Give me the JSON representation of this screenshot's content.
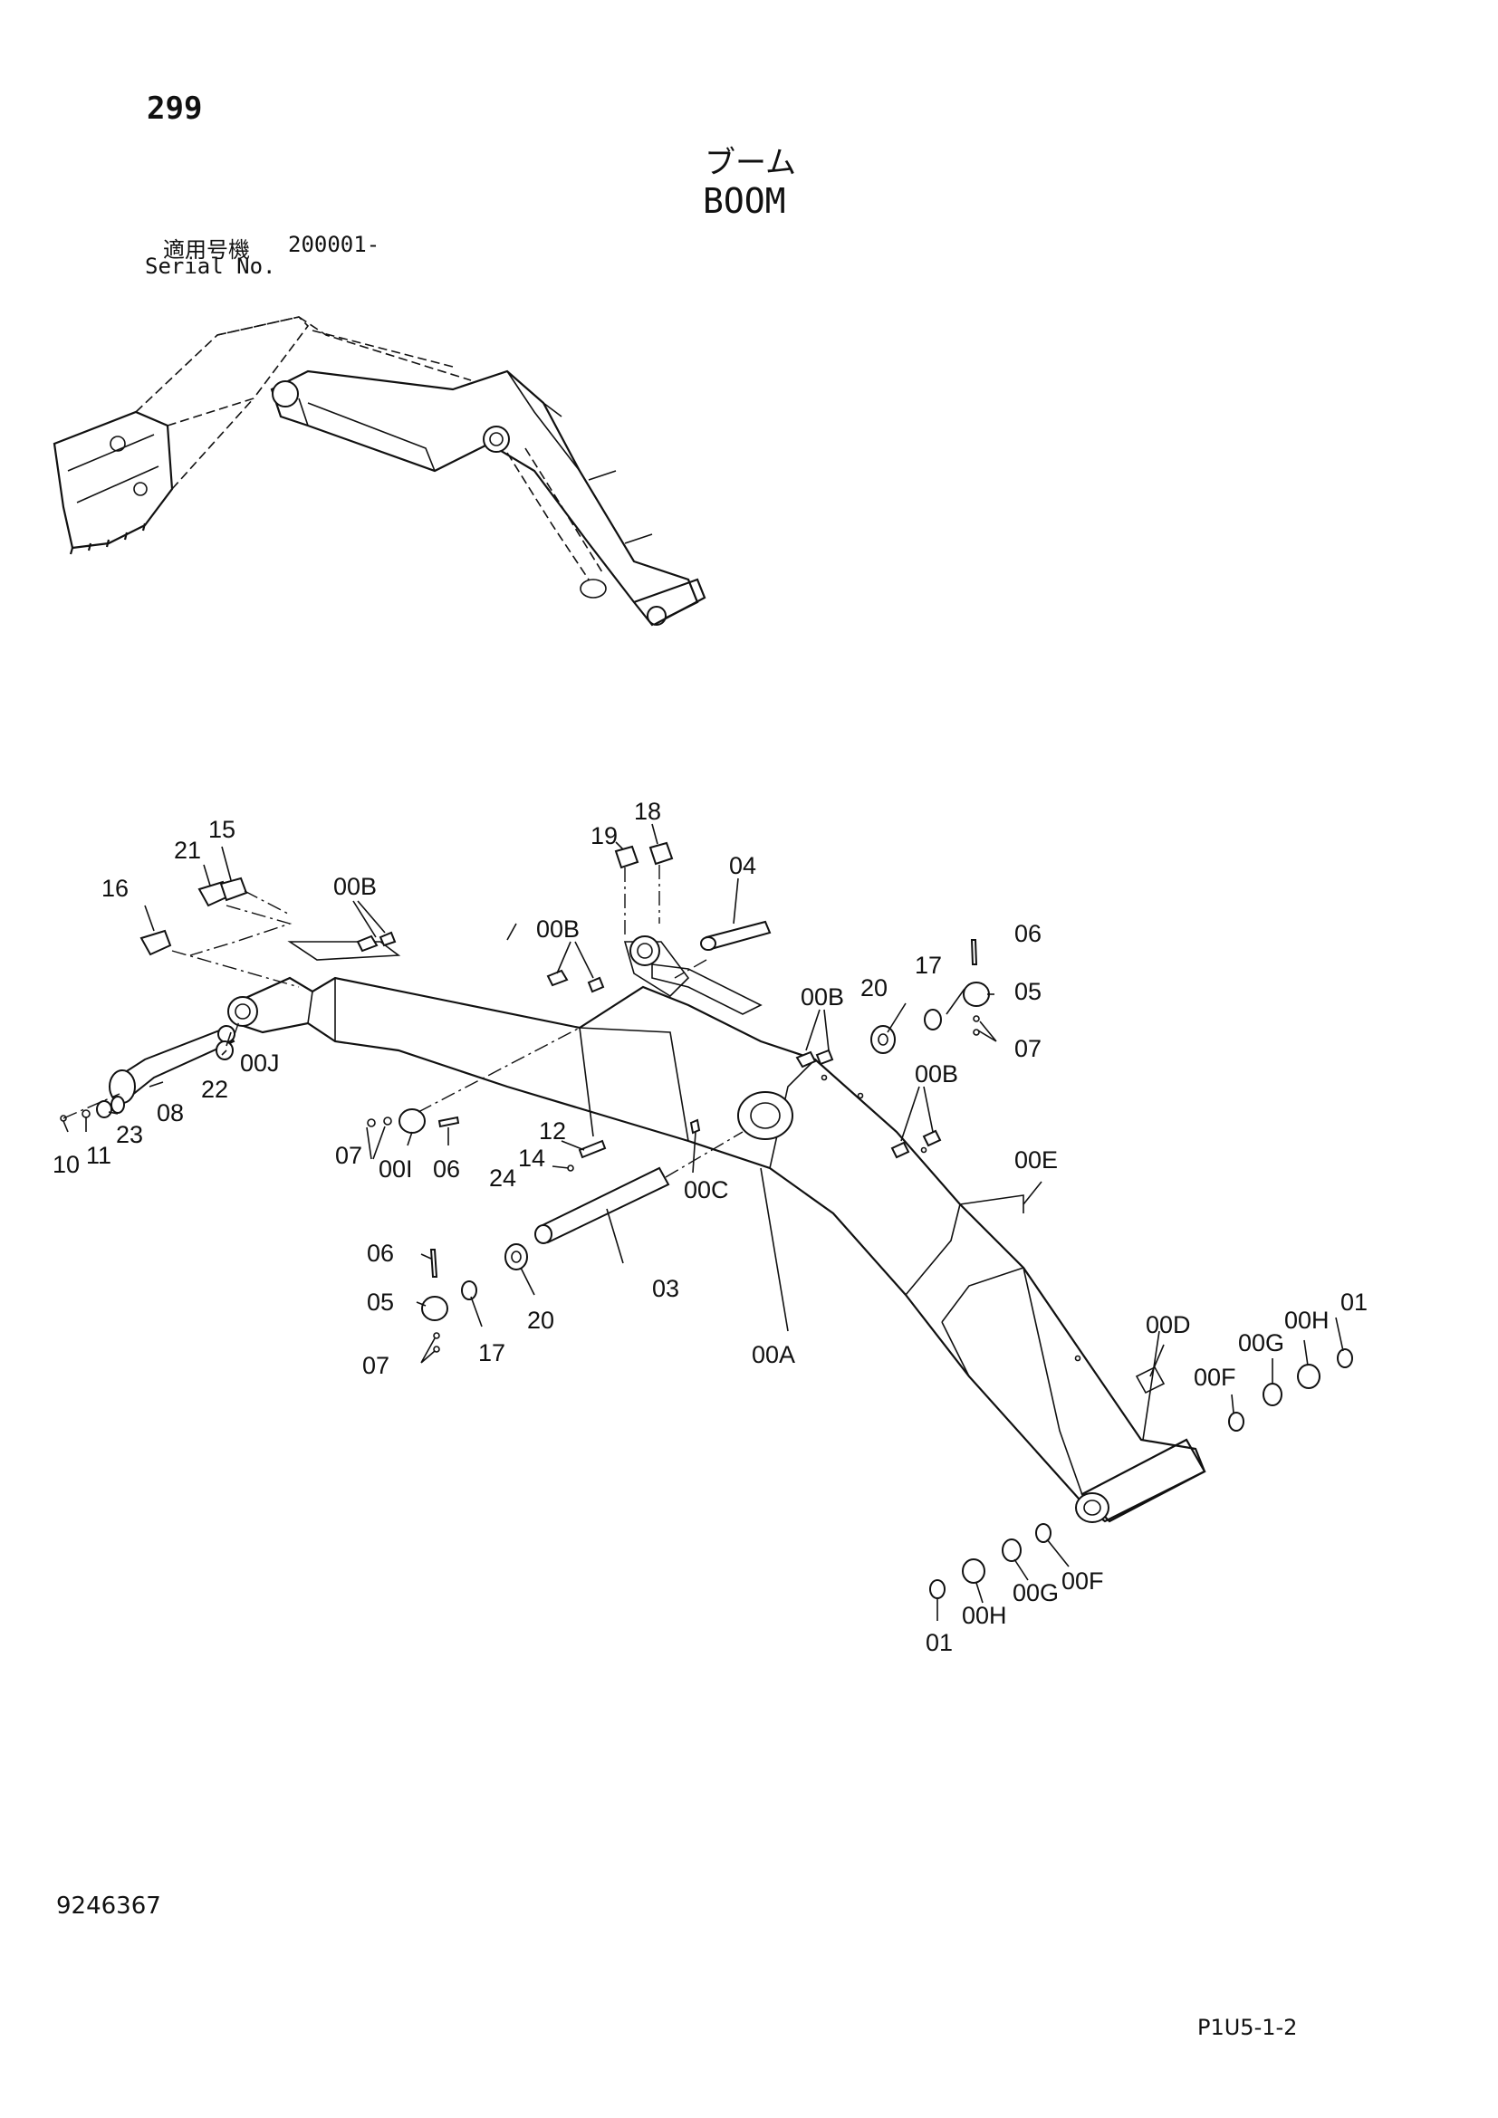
{
  "header": {
    "page_number": "299",
    "title_jp": "ブーム",
    "title_en": "BOOM",
    "serial_label_jp": "適用号機",
    "serial_value": "200001-",
    "serial_label_en": "Serial No."
  },
  "callouts": {
    "c01a": "01",
    "c01b": "01",
    "c03": "03",
    "c04": "04",
    "c05a": "05",
    "c05b": "05",
    "c06a": "06",
    "c06b": "06",
    "c06c": "06",
    "c07a": "07",
    "c07b": "07",
    "c07c": "07",
    "c08": "08",
    "c10": "10",
    "c11": "11",
    "c12": "12",
    "c14": "14",
    "c15": "15",
    "c16": "16",
    "c17a": "17",
    "c17b": "17",
    "c18": "18",
    "c19": "19",
    "c20a": "20",
    "c20b": "20",
    "c21": "21",
    "c22": "22",
    "c23": "23",
    "c24": "24",
    "c00A": "00A",
    "c00Ba": "00B",
    "c00Bb": "00B",
    "c00Bc": "00B",
    "c00Bd": "00B",
    "c00C": "00C",
    "c00D": "00D",
    "c00E": "00E",
    "c00Fa": "00F",
    "c00Fb": "00F",
    "c00Ga": "00G",
    "c00Gb": "00G",
    "c00Ha": "00H",
    "c00Hb": "00H",
    "c00I": "00I",
    "c00J": "00J"
  },
  "footer": {
    "drawing_number": "9246367",
    "page_code": "P1U5-1-2"
  }
}
